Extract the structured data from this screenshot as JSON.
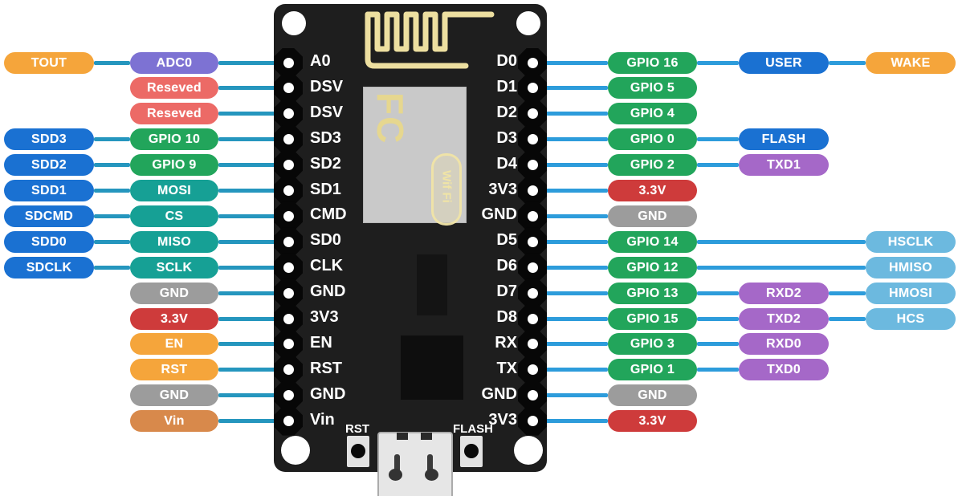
{
  "colors": {
    "orange": "#F5A53B",
    "violet": "#7D72D3",
    "salmon": "#EC6A66",
    "blue": "#1A71D2",
    "green": "#22A55B",
    "teal": "#16A095",
    "gray": "#9C9C9C",
    "red": "#CE3B3B",
    "brown": "#D8894B",
    "purple": "#A568C8",
    "lightblue": "#6CB9DF",
    "wire_left": "#2596BE",
    "wire_right": "#2D9CDB",
    "board": "#1E1E1E",
    "silk_yellow": "#EDDFA0"
  },
  "board": {
    "left_pins": [
      "A0",
      "DSV",
      "DSV",
      "SD3",
      "SD2",
      "SD1",
      "CMD",
      "SD0",
      "CLK",
      "GND",
      "3V3",
      "EN",
      "RST",
      "GND",
      "Vin"
    ],
    "right_pins": [
      "D0",
      "D1",
      "D2",
      "D3",
      "D4",
      "3V3",
      "GND",
      "D5",
      "D6",
      "D7",
      "D8",
      "RX",
      "TX",
      "GND",
      "3V3"
    ],
    "logo_text": "FC",
    "wifi_badge_text": "Wif Fi",
    "rst_button_label": "RST",
    "flash_button_label": "FLASH"
  },
  "left_rows": [
    {
      "pills": [
        {
          "label": "ADC0",
          "color": "violet",
          "col": 1
        },
        {
          "label": "TOUT",
          "color": "orange",
          "col": 2
        }
      ]
    },
    {
      "pills": [
        {
          "label": "Reseved",
          "color": "salmon",
          "col": 1
        }
      ]
    },
    {
      "pills": [
        {
          "label": "Reseved",
          "color": "salmon",
          "col": 1
        }
      ]
    },
    {
      "pills": [
        {
          "label": "GPIO 10",
          "color": "green",
          "col": 1
        },
        {
          "label": "SDD3",
          "color": "blue",
          "col": 2
        }
      ]
    },
    {
      "pills": [
        {
          "label": "GPIO 9",
          "color": "green",
          "col": 1
        },
        {
          "label": "SDD2",
          "color": "blue",
          "col": 2
        }
      ]
    },
    {
      "pills": [
        {
          "label": "MOSI",
          "color": "teal",
          "col": 1
        },
        {
          "label": "SDD1",
          "color": "blue",
          "col": 2
        }
      ]
    },
    {
      "pills": [
        {
          "label": "CS",
          "color": "teal",
          "col": 1
        },
        {
          "label": "SDCMD",
          "color": "blue",
          "col": 2
        }
      ]
    },
    {
      "pills": [
        {
          "label": "MISO",
          "color": "teal",
          "col": 1
        },
        {
          "label": "SDD0",
          "color": "blue",
          "col": 2
        }
      ]
    },
    {
      "pills": [
        {
          "label": "SCLK",
          "color": "teal",
          "col": 1
        },
        {
          "label": "SDCLK",
          "color": "blue",
          "col": 2
        }
      ]
    },
    {
      "pills": [
        {
          "label": "GND",
          "color": "gray",
          "col": 1
        }
      ]
    },
    {
      "pills": [
        {
          "label": "3.3V",
          "color": "red",
          "col": 1
        }
      ]
    },
    {
      "pills": [
        {
          "label": "EN",
          "color": "orange",
          "col": 1
        }
      ]
    },
    {
      "pills": [
        {
          "label": "RST",
          "color": "orange",
          "col": 1
        }
      ]
    },
    {
      "pills": [
        {
          "label": "GND",
          "color": "gray",
          "col": 1
        }
      ]
    },
    {
      "pills": [
        {
          "label": "Vin",
          "color": "brown",
          "col": 1
        }
      ]
    }
  ],
  "right_rows": [
    {
      "pills": [
        {
          "label": "GPIO 16",
          "color": "green",
          "col": 1
        },
        {
          "label": "USER",
          "color": "blue",
          "col": 2
        },
        {
          "label": "WAKE",
          "color": "orange",
          "col": 3
        }
      ]
    },
    {
      "pills": [
        {
          "label": "GPIO 5",
          "color": "green",
          "col": 1
        }
      ]
    },
    {
      "pills": [
        {
          "label": "GPIO 4",
          "color": "green",
          "col": 1
        }
      ]
    },
    {
      "pills": [
        {
          "label": "GPIO 0",
          "color": "green",
          "col": 1
        },
        {
          "label": "FLASH",
          "color": "blue",
          "col": 2
        }
      ]
    },
    {
      "pills": [
        {
          "label": "GPIO 2",
          "color": "green",
          "col": 1
        },
        {
          "label": "TXD1",
          "color": "purple",
          "col": 2
        }
      ]
    },
    {
      "pills": [
        {
          "label": "3.3V",
          "color": "red",
          "col": 1
        }
      ]
    },
    {
      "pills": [
        {
          "label": "GND",
          "color": "gray",
          "col": 1
        }
      ]
    },
    {
      "pills": [
        {
          "label": "GPIO 14",
          "color": "green",
          "col": 1
        },
        {
          "label": "HSCLK",
          "color": "lightblue",
          "col": 3
        }
      ]
    },
    {
      "pills": [
        {
          "label": "GPIO 12",
          "color": "green",
          "col": 1
        },
        {
          "label": "HMISO",
          "color": "lightblue",
          "col": 3
        }
      ]
    },
    {
      "pills": [
        {
          "label": "GPIO 13",
          "color": "green",
          "col": 1
        },
        {
          "label": "RXD2",
          "color": "purple",
          "col": 2
        },
        {
          "label": "HMOSI",
          "color": "lightblue",
          "col": 3
        }
      ]
    },
    {
      "pills": [
        {
          "label": "GPIO 15",
          "color": "green",
          "col": 1
        },
        {
          "label": "TXD2",
          "color": "purple",
          "col": 2
        },
        {
          "label": "HCS",
          "color": "lightblue",
          "col": 3
        }
      ]
    },
    {
      "pills": [
        {
          "label": "GPIO 3",
          "color": "green",
          "col": 1
        },
        {
          "label": "RXD0",
          "color": "purple",
          "col": 2
        }
      ]
    },
    {
      "pills": [
        {
          "label": "GPIO 1",
          "color": "green",
          "col": 1
        },
        {
          "label": "TXD0",
          "color": "purple",
          "col": 2
        }
      ]
    },
    {
      "pills": [
        {
          "label": "GND",
          "color": "gray",
          "col": 1
        }
      ]
    },
    {
      "pills": [
        {
          "label": "3.3V",
          "color": "red",
          "col": 1
        }
      ]
    }
  ]
}
